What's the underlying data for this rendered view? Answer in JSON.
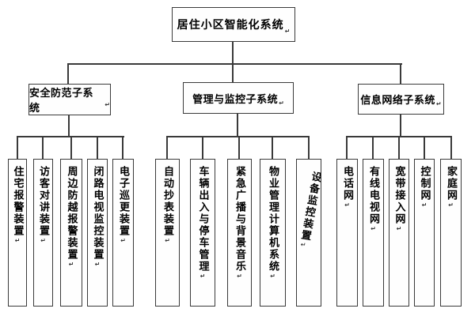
{
  "diagram_title": "居住小区智能化系统",
  "marks": {
    "para": "↵"
  },
  "colors": {
    "line": "#3a3a3a",
    "box_border": "#3a3a3a",
    "text": "#000000",
    "background": "#ffffff"
  },
  "tree": {
    "root": {
      "label": "居住小区智能化系统"
    },
    "branches": [
      {
        "label": "安全防范子系统",
        "children": [
          "住宅报警装置",
          "访客对讲装置",
          "周边防越报警装置",
          "闭路电视监控装置",
          "电子巡更装置"
        ]
      },
      {
        "label": "管理与监控子系统",
        "children": [
          "自动抄表装置",
          "车辆出入与停车管理",
          "紧急广播与背景音乐",
          "物业管理计算机系统",
          "设备监控装置"
        ]
      },
      {
        "label": "信息网络子系统",
        "children": [
          "电话网",
          "有线电视网",
          "宽带接入网",
          "控制网",
          "家庭网"
        ]
      }
    ]
  }
}
